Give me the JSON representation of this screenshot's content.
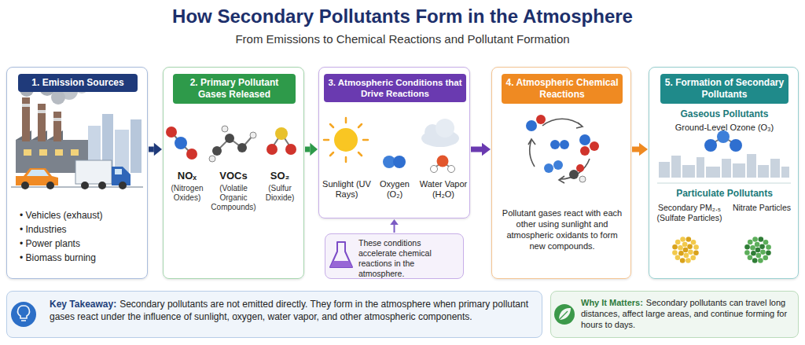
{
  "diagram": {
    "title": "How Secondary Pollutants Form in the Atmosphere",
    "caption": "From Emissions to Chemical Reactions and Pollutant Formation",
    "nodes": [
      {
        "text": [
          "1. Emission Sources",
          "• Vehicles (exhaust)",
          "• Industries",
          "• Power plants",
          "• Biomass burning"
        ]
      },
      {
        "text": [
          "2. Primary Pollutant Gases Released",
          "NOₓ",
          "(Nitrogen Oxides)",
          "VOCs",
          "(Volatile Organic Compounds)",
          "SO₂",
          "(Sulfur Dioxide)"
        ]
      },
      {
        "text": [
          "3. Atmospheric Conditions that Drive Reactions",
          "Sunlight (UV Rays)",
          "Oxygen (O₂)",
          "Water Vapor (H₂O)"
        ]
      },
      {
        "text": [
          "These conditions accelerate chemical reactions in the atmosphere."
        ]
      },
      {
        "text": [
          "4. Atmospheric Chemical Reactions",
          "Pollutant gases react with each other using sunlight and atmospheric oxidants to form new compounds."
        ]
      },
      {
        "text": [
          "5. Formation of Secondary Pollutants",
          "Gaseous Pollutants",
          "Ground-Level Ozone (O₃)",
          "Particulate Pollutants",
          "Secondary PM₂.₅ (Sulfate Particles)",
          "Nitrate Particles"
        ]
      },
      {
        "text": [
          "Key Takeaway:",
          "Secondary pollutants are not emitted directly. They form in the atmosphere when primary pollutant gases react under the influence of sunlight, oxygen, water vapor, and other atmospheric components."
        ]
      },
      {
        "text": [
          "Why It Matters:",
          "Secondary pollutants can travel long distances, affect large areas, and continue forming for hours to days."
        ]
      }
    ],
    "edges": [
      {
        "from": 0,
        "to": 1,
        "arrow": "to"
      },
      {
        "from": 1,
        "to": 2,
        "arrow": "to"
      },
      {
        "from": 2,
        "to": 4,
        "arrow": "to"
      },
      {
        "from": 4,
        "to": 5,
        "arrow": "to"
      },
      {
        "from": 3,
        "to": 2,
        "arrow": "to"
      }
    ]
  }
}
